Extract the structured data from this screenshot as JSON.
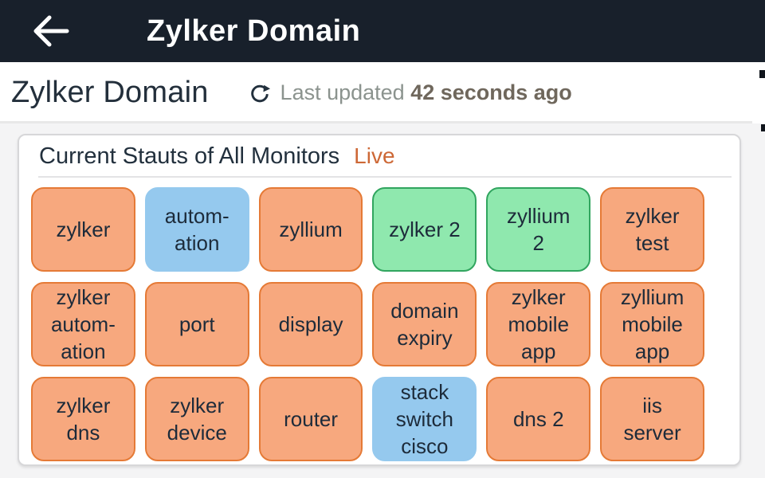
{
  "app_bar": {
    "title": "Zylker Domain",
    "back_icon": "arrow-left"
  },
  "page_header": {
    "title": "Zylker Domain",
    "refresh_icon": "refresh",
    "last_updated_label": "Last updated",
    "last_updated_value": "42 seconds ago"
  },
  "monitors_card": {
    "title": "Current Stauts of All Monitors",
    "live_label": "Live",
    "tiles": [
      {
        "label": "zylker",
        "variant": "orange"
      },
      {
        "label": "autom-\nation",
        "variant": "blue"
      },
      {
        "label": "zyllium",
        "variant": "orange"
      },
      {
        "label": "zylker 2",
        "variant": "green"
      },
      {
        "label": "zyllium\n2",
        "variant": "green"
      },
      {
        "label": "zylker\ntest",
        "variant": "orange"
      },
      {
        "label": "zylker\nautom-\nation",
        "variant": "orange"
      },
      {
        "label": "port",
        "variant": "orange"
      },
      {
        "label": "display",
        "variant": "orange"
      },
      {
        "label": "domain\nexpiry",
        "variant": "orange"
      },
      {
        "label": "zylker\nmobile\napp",
        "variant": "orange"
      },
      {
        "label": "zyllium\nmobile\napp",
        "variant": "orange"
      },
      {
        "label": "zylker\ndns",
        "variant": "orange"
      },
      {
        "label": "zylker\ndevice",
        "variant": "orange"
      },
      {
        "label": "router",
        "variant": "orange"
      },
      {
        "label": "stack\nswitch\ncisco",
        "variant": "blue"
      },
      {
        "label": "dns 2",
        "variant": "orange"
      },
      {
        "label": "iis\nserver",
        "variant": "orange"
      }
    ]
  },
  "colors": {
    "app_bar_bg": "#18202b",
    "app_bar_text": "#ffffff",
    "live_accent": "#cd6836",
    "orange_fill": "#f7a87e",
    "orange_border": "#e57a36",
    "blue_fill": "#95c9ee",
    "green_fill": "#8fe8ae",
    "green_border": "#31a55f",
    "tile_text": "#1d2b3a"
  }
}
